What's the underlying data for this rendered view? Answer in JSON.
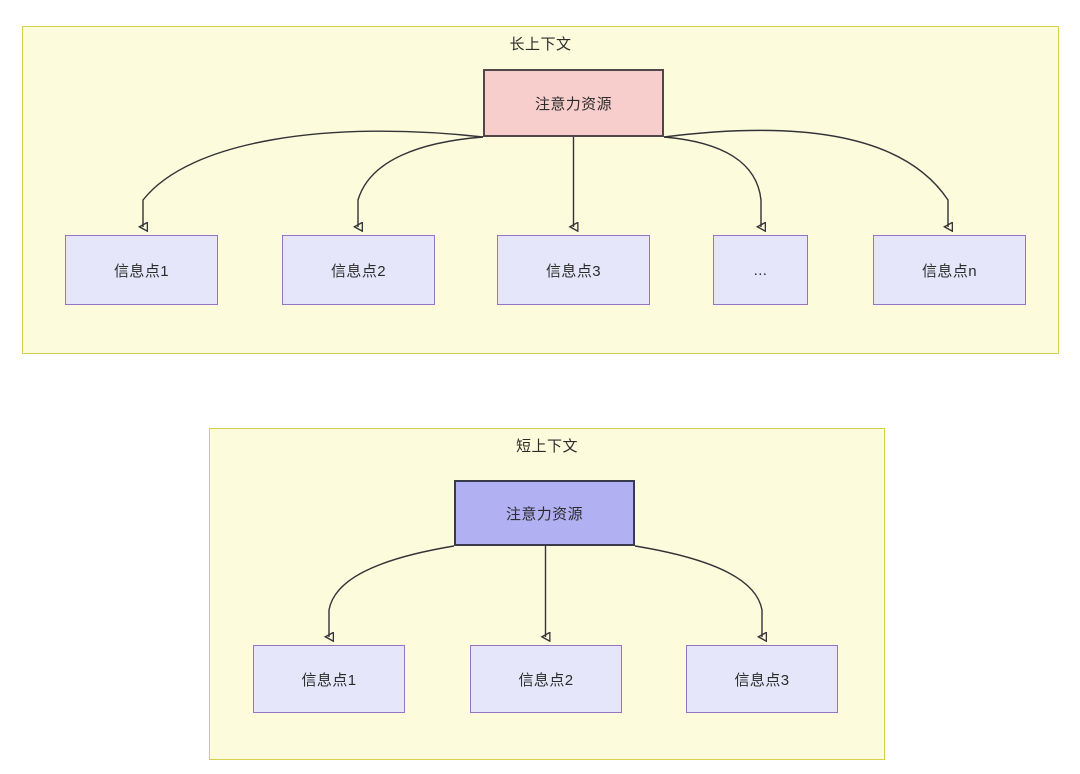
{
  "diagram": {
    "type": "hierarchy-comparison",
    "background_color": "#ffffff",
    "panels": [
      {
        "id": "long-context",
        "title": "长上下文",
        "panel_fill": "#fcfcdc",
        "panel_border": "#d6d14f",
        "root": {
          "label": "注意力资源",
          "fill": "#f8cecc",
          "border": "#50474a"
        },
        "children": [
          {
            "label": "信息点1",
            "fill": "#e6e6fb",
            "border": "#9673c4"
          },
          {
            "label": "信息点2",
            "fill": "#e6e6fb",
            "border": "#9673c4"
          },
          {
            "label": "信息点3",
            "fill": "#e6e6fb",
            "border": "#9673c4"
          },
          {
            "label": "...",
            "fill": "#e6e6fb",
            "border": "#9673c4"
          },
          {
            "label": "信息点n",
            "fill": "#e6e6fb",
            "border": "#9673c4"
          }
        ]
      },
      {
        "id": "short-context",
        "title": "短上下文",
        "panel_fill": "#fcfcdc",
        "panel_border": "#d6d14f",
        "root": {
          "label": "注意力资源",
          "fill": "#b0b0f2",
          "border": "#3a3a4a"
        },
        "children": [
          {
            "label": "信息点1",
            "fill": "#e6e6fb",
            "border": "#9673c4"
          },
          {
            "label": "信息点2",
            "fill": "#e6e6fb",
            "border": "#9673c4"
          },
          {
            "label": "信息点3",
            "fill": "#e6e6fb",
            "border": "#9673c4"
          }
        ]
      }
    ]
  }
}
